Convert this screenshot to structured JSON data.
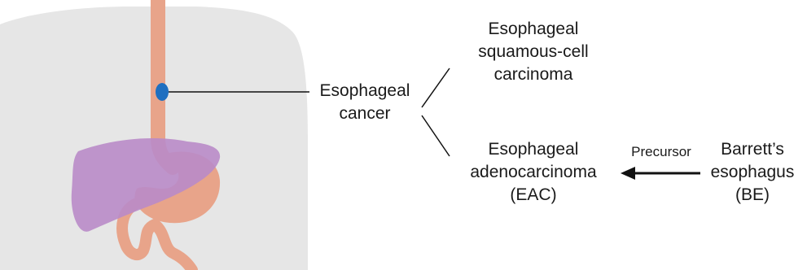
{
  "labels": {
    "cancer": [
      "Esophageal",
      "cancer"
    ],
    "escc": [
      "Esophageal",
      "squamous-cell",
      "carcinoma"
    ],
    "eac": [
      "Esophageal",
      "adenocarcinoma",
      "(EAC)"
    ],
    "be": [
      "Barrett’s",
      "esophagus",
      "(BE)"
    ],
    "relation": "Precursor"
  },
  "colors": {
    "body": "#e6e6e6",
    "esophagus": "#e8a48a",
    "tumor": "#1f6fc0",
    "liver": "#b98bc8",
    "line": "#111111"
  }
}
